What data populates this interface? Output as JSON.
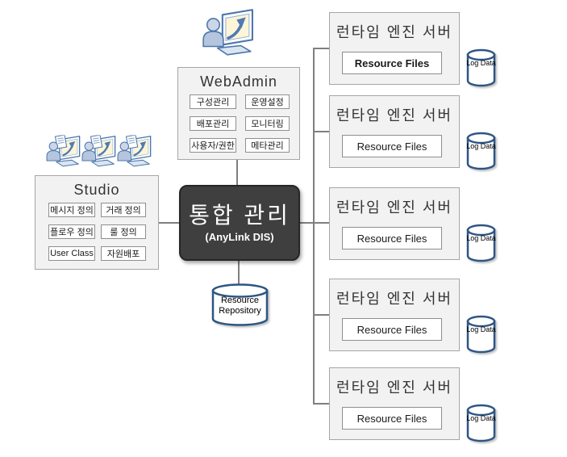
{
  "studio": {
    "title": "Studio",
    "items": [
      {
        "label": "메시지 정의"
      },
      {
        "label": "거래 정의"
      },
      {
        "label": "플로우 정의"
      },
      {
        "label": "룰 정의"
      },
      {
        "label": "User Class"
      },
      {
        "label": "자원배포"
      }
    ]
  },
  "webadmin": {
    "title": "WebAdmin",
    "items": [
      {
        "label": "구성관리"
      },
      {
        "label": "운영설정"
      },
      {
        "label": "배포관리"
      },
      {
        "label": "모니터링"
      },
      {
        "label": "사용자/권한"
      },
      {
        "label": "메타관리"
      }
    ]
  },
  "central": {
    "title": "통합 관리",
    "subtitle": "(AnyLink DIS)"
  },
  "repository": {
    "label": "Resource Repository"
  },
  "servers": [
    {
      "title": "런타임 엔진 서버",
      "resource_label": "Resource  Files",
      "log_label": "Log Data"
    },
    {
      "title": "런타임 엔진 서버",
      "resource_label": "Resource Files",
      "log_label": "Log Data"
    },
    {
      "title": "런타임 엔진 서버",
      "resource_label": "Resource Files",
      "log_label": "Log Data"
    },
    {
      "title": "런타임 엔진 서버",
      "resource_label": "Resource Files",
      "log_label": "Log Data"
    },
    {
      "title": "런타임 엔진 서버",
      "resource_label": "Resource Files",
      "log_label": "Log Data"
    }
  ],
  "icons": {
    "studio_users": "user-at-computer-with-document",
    "webadmin_user": "user-at-computer",
    "database": "database-cylinder"
  },
  "colors": {
    "central_bg": "#3f3f3f",
    "panel_bg": "#f2f2f2",
    "panel_border": "#a6a6a6",
    "connector": "#7f7f7f",
    "cylinder_stroke": "#2e5584",
    "icon_blue": "#4a76ac",
    "screen_yellow": "#fcf5d8"
  }
}
